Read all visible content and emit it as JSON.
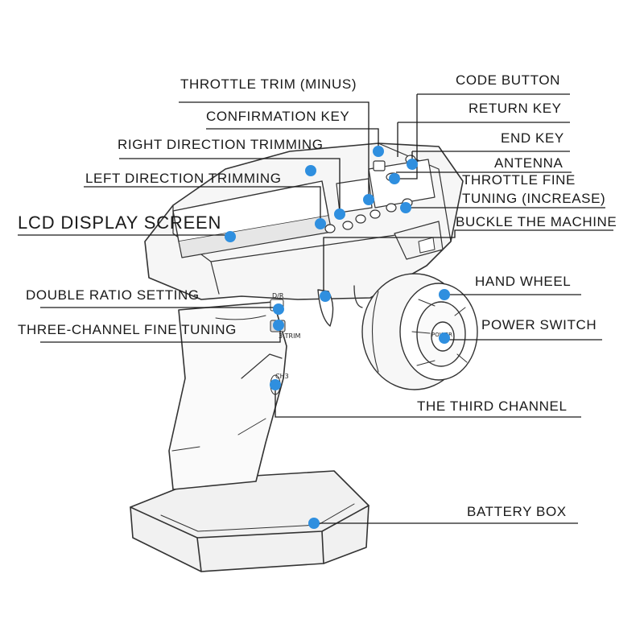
{
  "colors": {
    "marker": "#2f8fdf",
    "outline": "#333333",
    "leader": "#1a1a1a",
    "body_shade": "#e9e9e9",
    "background": "#ffffff"
  },
  "callouts": {
    "throttle_trim_minus": "THROTTLE TRIM (MINUS)",
    "code_button": "CODE BUTTON",
    "confirmation_key": "CONFIRMATION KEY",
    "return_key": "RETURN KEY",
    "right_direction_trimming": "RIGHT DIRECTION TRIMMING",
    "end_key": "END KEY",
    "antenna": "ANTENNA",
    "left_direction_trimming": "LEFT DIRECTION TRIMMING",
    "throttle_fine_tuning_line1": "THROTTLE FINE",
    "throttle_fine_tuning_line2": "TUNING (INCREASE)",
    "lcd_display_screen": "LCD DISPLAY SCREEN",
    "buckle_the_machine": "BUCKLE THE MACHINE",
    "hand_wheel": "HAND WHEEL",
    "double_ratio_setting": "DOUBLE RATIO SETTING",
    "power_switch": "POWER SWITCH",
    "three_channel_fine_tuning": "THREE-CHANNEL FINE TUNING",
    "the_third_channel": "THE THIRD CHANNEL",
    "battery_box": "BATTERY BOX"
  },
  "device_markings": {
    "dr": "D/R",
    "trim": "3.TRIM",
    "ch3": "CH3",
    "power": "POWER"
  }
}
